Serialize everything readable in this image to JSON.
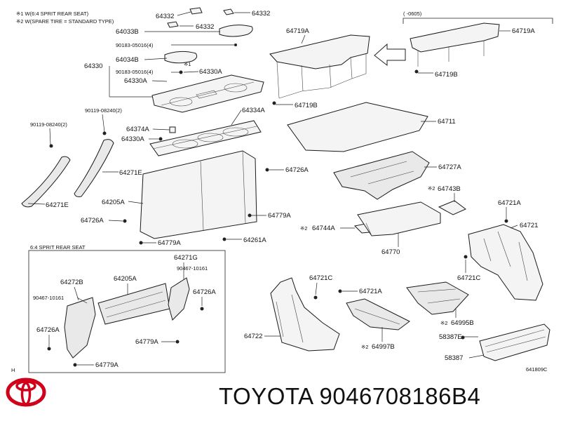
{
  "notes": {
    "note1": "※1 W(6:4 SPRIT REAR SEAT)",
    "note2": "※2 W(SPARE TIRE = STANDARD TYPE)"
  },
  "inset_top": {
    "date_range": "(     -0605)"
  },
  "inset_bottom": {
    "title": "6:4 SPRIT REAR SEAT",
    "corner_mark": "H"
  },
  "drawing_code": "641809C",
  "brand": {
    "name": "TOYOTA",
    "part_number": "9046708186B4",
    "logo_color": "#d0021b"
  },
  "labels": {
    "p64332_a": "64332",
    "p64332_b": "64332",
    "p64332_c": "64332",
    "p64033B": "64033B",
    "p90183_a": "90183-05016(4)",
    "p64034B": "64034B",
    "p64330": "64330",
    "p90183_b": "90183-05016(4)",
    "mark1": "※1",
    "p64330A_a": "64330A",
    "p64330A_b": "64330A",
    "p64330A_c": "64330A",
    "p90119_a": "90119-08240(2)",
    "p90119_b": "90119-08240(2)",
    "p64374A": "64374A",
    "p64334A": "64334A",
    "p64271E_a": "64271E",
    "p64271E_b": "64271E",
    "p64205A_a": "64205A",
    "p64726A_a": "64726A",
    "p64726A_b": "64726A",
    "p64779A_a": "64779A",
    "p64779A_b": "64779A",
    "p64261A": "64261A",
    "p64719A_a": "64719A",
    "p64719A_b": "64719A",
    "p64719B_a": "64719B",
    "p64719B_b": "64719B",
    "p64711": "64711",
    "p64727A": "64727A",
    "p64743B": "64743B",
    "mark2_a": "※2",
    "p64744A": "64744A",
    "mark2_b": "※2",
    "p64770": "64770",
    "p64721A_a": "64721A",
    "p64721_b": "64721",
    "p64721C_a": "64721C",
    "p64721C_b": "64721C",
    "p64721A_c": "64721A",
    "p64722": "64722",
    "p64995B": "64995B",
    "mark2_c": "※2",
    "p64997B": "64997B",
    "mark2_d": "※2",
    "p58387E": "58387E",
    "p58387": "58387",
    "i64271G": "64271G",
    "i90467_a": "90467-10161",
    "i64272B": "64272B",
    "i64205A": "64205A",
    "i90467_b": "90467-10161",
    "i64726A_a": "64726A",
    "i64726A_b": "64726A",
    "i64779A_a": "64779A",
    "i64779A_b": "64779A"
  }
}
